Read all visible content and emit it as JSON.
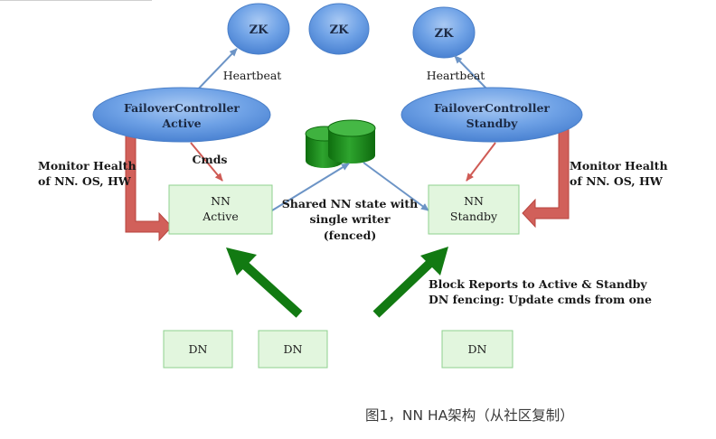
{
  "zk_nodes": [
    "ZK",
    "ZK",
    "ZK"
  ],
  "controllers": {
    "active": {
      "line1": "FailoverController",
      "line2": "Active"
    },
    "standby": {
      "line1": "FailoverController",
      "line2": "Standby"
    }
  },
  "heartbeat_label": "Heartbeat",
  "cmds_label": "Cmds",
  "monitor_health": {
    "line1": "Monitor Health",
    "line2": "of NN. OS, HW"
  },
  "namenodes": {
    "active": {
      "line1": "NN",
      "line2": "Active"
    },
    "standby": {
      "line1": "NN",
      "line2": "Standby"
    }
  },
  "shared_state": {
    "line1": "Shared NN state with",
    "line2": "single writer",
    "line3": "(fenced)"
  },
  "block_reports": {
    "line1": "Block Reports to Active & Standby",
    "line2": "DN fencing: Update cmds from one"
  },
  "datanodes": [
    "DN",
    "DN",
    "DN"
  ],
  "caption": "图1，NN HA架构（从社区复制）",
  "colors": {
    "ellipse_fill": "#5f97e0",
    "node_fill": "#e2f6de",
    "node_border": "#8fd08f",
    "thin_arrow": "#6c94c6",
    "cmds_arrow": "#cf5b55",
    "monitor_arrow": "#d1605a",
    "block_arrow": "#127a12",
    "storage": "#1f8a1f"
  }
}
